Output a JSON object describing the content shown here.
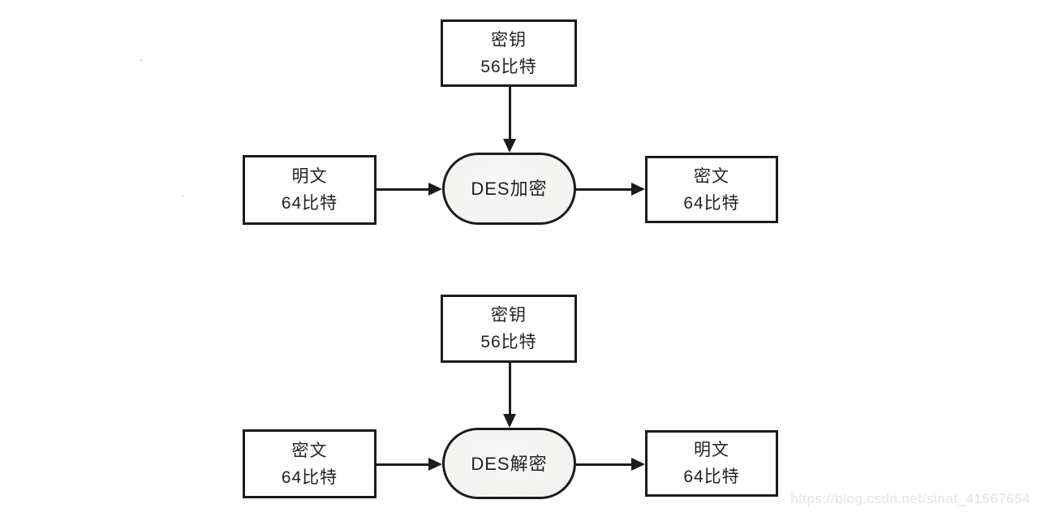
{
  "colors": {
    "line": "#1c1c1c",
    "text": "#222222",
    "box_fill": "#ffffff",
    "process_fill": "#f3f3f2",
    "watermark": "#e3e3e3",
    "background": "#ffffff"
  },
  "diagrams": [
    {
      "name": "DES encryption flow",
      "key_box": {
        "line1": "密钥",
        "line2": "56比特"
      },
      "input_box": {
        "line1": "明文",
        "line2": "64比特"
      },
      "process_label": "DES加密",
      "output_box": {
        "line1": "密文",
        "line2": "64比特"
      }
    },
    {
      "name": "DES decryption flow",
      "key_box": {
        "line1": "密钥",
        "line2": "56比特"
      },
      "input_box": {
        "line1": "密文",
        "line2": "64比特"
      },
      "process_label": "DES解密",
      "output_box": {
        "line1": "明文",
        "line2": "64比特"
      }
    }
  ],
  "watermark": {
    "text": "https://blog.csdn.net/sinat_41567654"
  }
}
